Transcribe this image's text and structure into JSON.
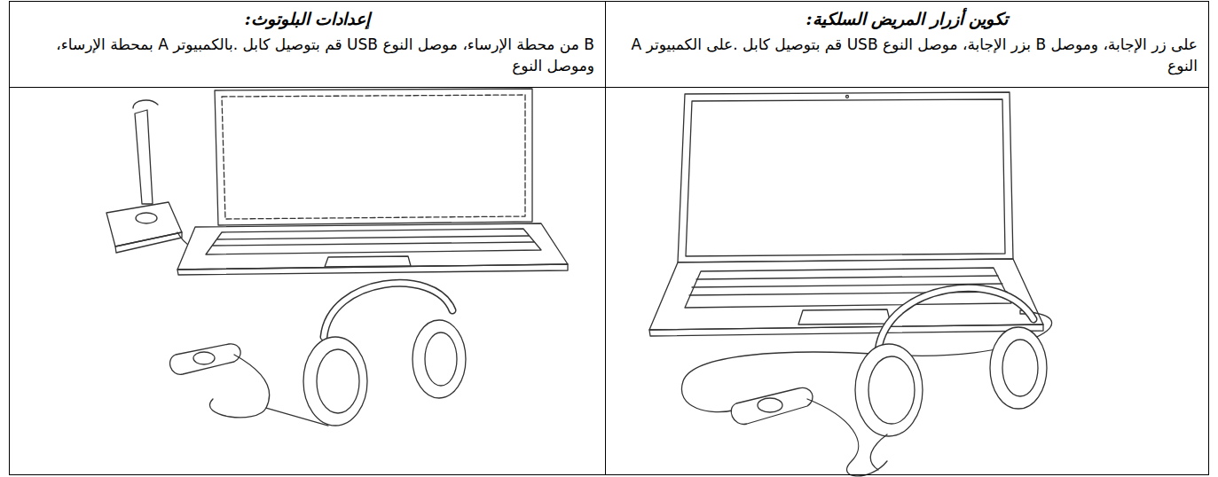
{
  "diagram": {
    "labels": [
      "تكوين أزرار المريض السلكية:",
      "على زر الإجابة، وموصل B بزر الإجابة، موصل النوع USB قم بتوصيل كابل .على الكمبيوتر A النوع",
      "إعدادات البلوتوث:",
      "B من محطة الإرساء، موصل النوع USB قم بتوصيل كابل .بالكمبيوتر A بمحطة الإرساء، وموصل النوع"
    ]
  }
}
